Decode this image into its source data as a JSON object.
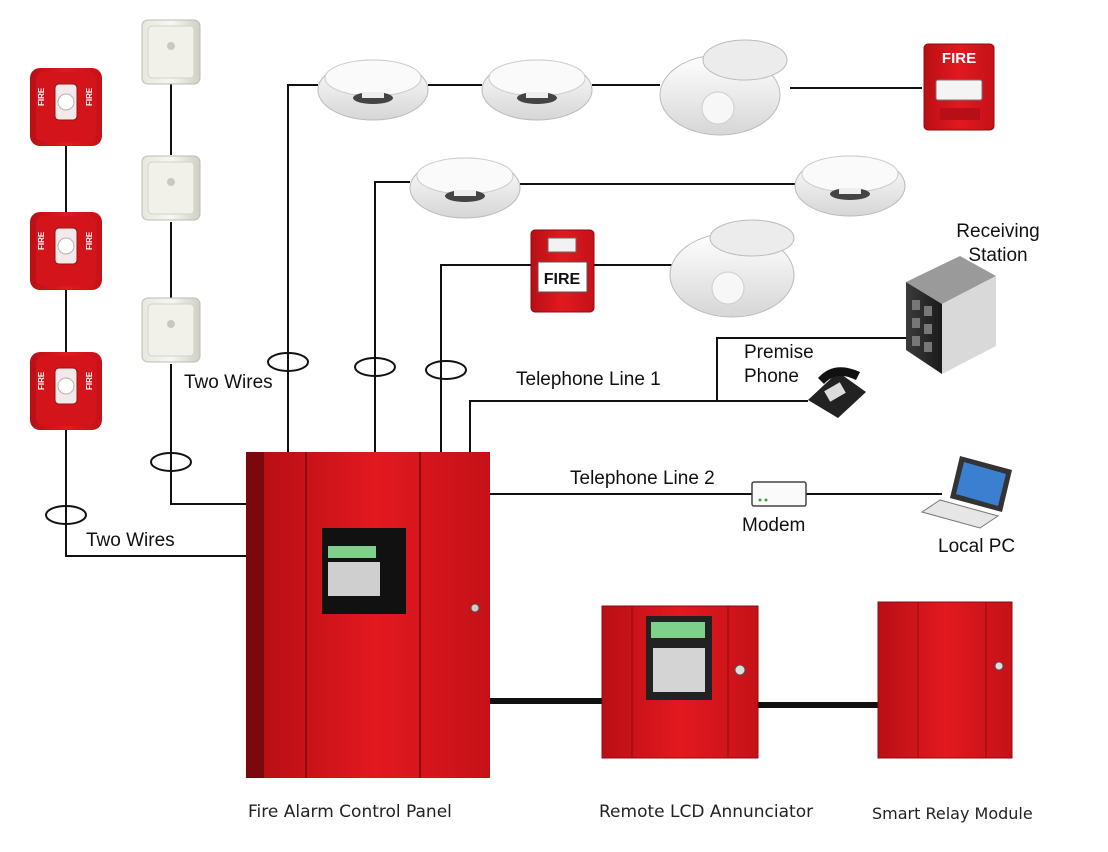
{
  "labels": {
    "two_wires_top": "Two Wires",
    "two_wires_bottom": "Two Wires",
    "telephone_line_1": "Telephone Line 1",
    "telephone_line_2": "Telephone Line 2",
    "premise_phone_1": "Premise",
    "premise_phone_2": "Phone",
    "receiving_station_1": "Receiving",
    "receiving_station_2": "Station",
    "modem": "Modem",
    "local_pc": "Local PC"
  },
  "captions": {
    "control_panel": "Fire Alarm Control Panel",
    "annunciator": "Remote LCD Annunciator",
    "relay_module": "Smart Relay Module"
  },
  "device_text": {
    "strobe_fire": "FIRE",
    "pull_station_fire": "FIRE"
  },
  "colors": {
    "panel_red": "#d9141b",
    "panel_dark": "#8e0b10",
    "wire": "#111111",
    "detector_white": "#f2f2f2",
    "lcd_green": "#7ed08a"
  },
  "icons": {
    "strobe": "strobe-horn-icon",
    "speaker": "ceiling-speaker-icon",
    "smoke_detector": "smoke-detector-icon",
    "pull_station": "pull-station-icon",
    "server": "server-icon",
    "phone": "telephone-icon",
    "modem": "modem-icon",
    "laptop": "laptop-icon"
  }
}
